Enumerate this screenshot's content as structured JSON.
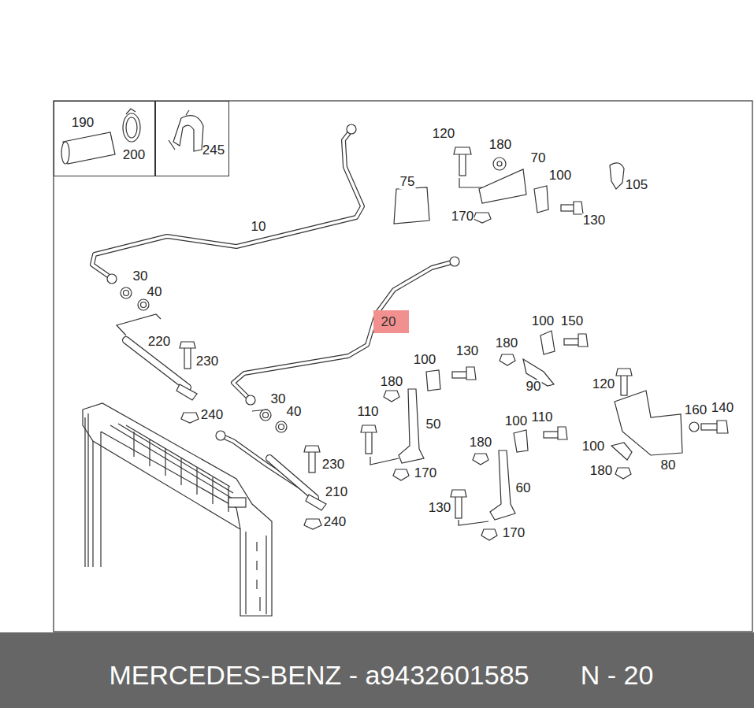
{
  "diagram": {
    "nodes": [
      {
        "text": [
          "190",
          "200"
        ]
      },
      {
        "text": [
          "245"
        ]
      },
      {
        "text": [
          "20"
        ]
      },
      {
        "text": [
          "MERCEDES-BENZ - a9432601585",
          "N - 20"
        ]
      }
    ],
    "labels": [
      "10",
      "30",
      "40",
      "220",
      "230",
      "240",
      "30",
      "40",
      "230",
      "210",
      "240",
      "120",
      "180",
      "70",
      "75",
      "100",
      "105",
      "170",
      "130",
      "100",
      "150",
      "180",
      "90",
      "100",
      "130",
      "180",
      "110",
      "50",
      "170",
      "120",
      "160",
      "140",
      "100",
      "110",
      "100",
      "180",
      "80",
      "180",
      "60",
      "130",
      "170"
    ]
  }
}
